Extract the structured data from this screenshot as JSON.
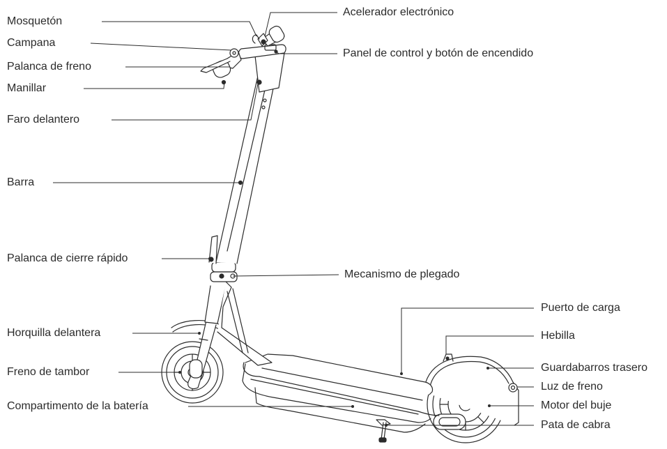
{
  "diagram": {
    "labels_left": [
      "Mosquetón",
      "Campana",
      "Palanca de freno",
      "Manillar",
      "Faro delantero",
      "Barra",
      "Palanca de cierre rápido",
      "Horquilla delantera",
      "Freno de tambor",
      "Compartimento de la batería"
    ],
    "labels_right": [
      "Acelerador electrónico",
      "Panel de control y botón de encendido",
      "Mecanismo de plegado",
      "Puerto de carga",
      "Hebilla",
      "Guardabarros trasero",
      "Luz de freno",
      "Motor del buje",
      "Pata de cabra"
    ],
    "colors": {
      "line": "#2b2b2b",
      "text": "#2b2b2b",
      "background": "#ffffff"
    }
  }
}
